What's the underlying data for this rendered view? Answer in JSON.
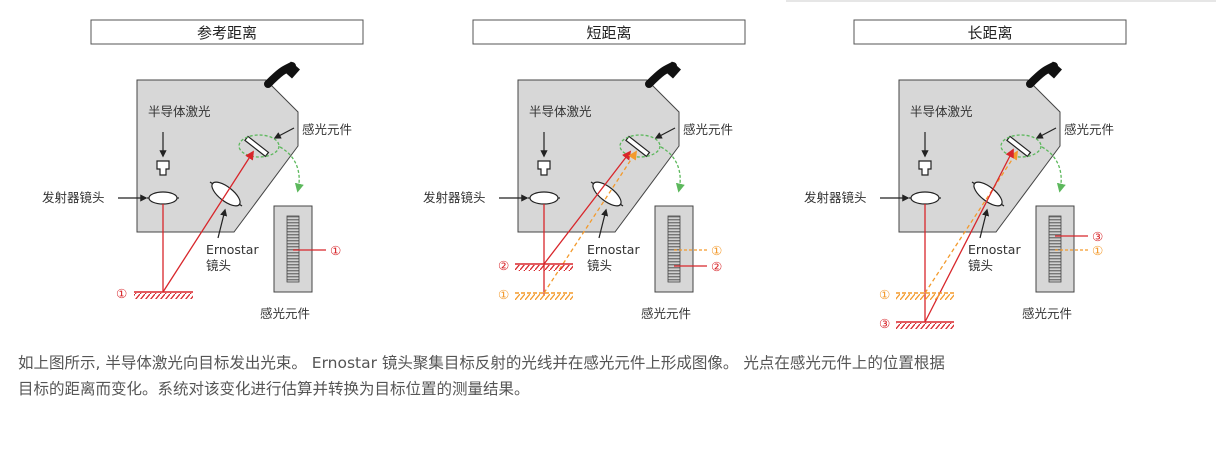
{
  "panels": [
    {
      "title": "参考距离",
      "target_markers": [
        "①"
      ],
      "sensor_markers": [
        "①"
      ]
    },
    {
      "title": "短距离",
      "target_markers": [
        "②",
        "①"
      ],
      "sensor_markers": [
        "①",
        "②"
      ]
    },
    {
      "title": "长距离",
      "target_markers": [
        "①",
        "③"
      ],
      "sensor_markers": [
        "③",
        "①"
      ]
    }
  ],
  "labels": {
    "laser": "半导体激光",
    "emitter_lens": "发射器镜头",
    "sensor_element": "感光元件",
    "ernostar_1": "Ernostar",
    "ernostar_2": "镜头"
  },
  "caption": {
    "line1": "如上图所示, 半导体激光向目标发出光束。 Ernostar 镜头聚集目标反射的光线并在感光元件上形成图像。 光点在感光元件上的位置根据",
    "line2": "目标的距离而变化。系统对该变化进行估算并转换为目标位置的测量结果。"
  },
  "colors": {
    "laser_red": "#d8262b",
    "orange": "#f39a2c",
    "green": "#5cb85c"
  }
}
